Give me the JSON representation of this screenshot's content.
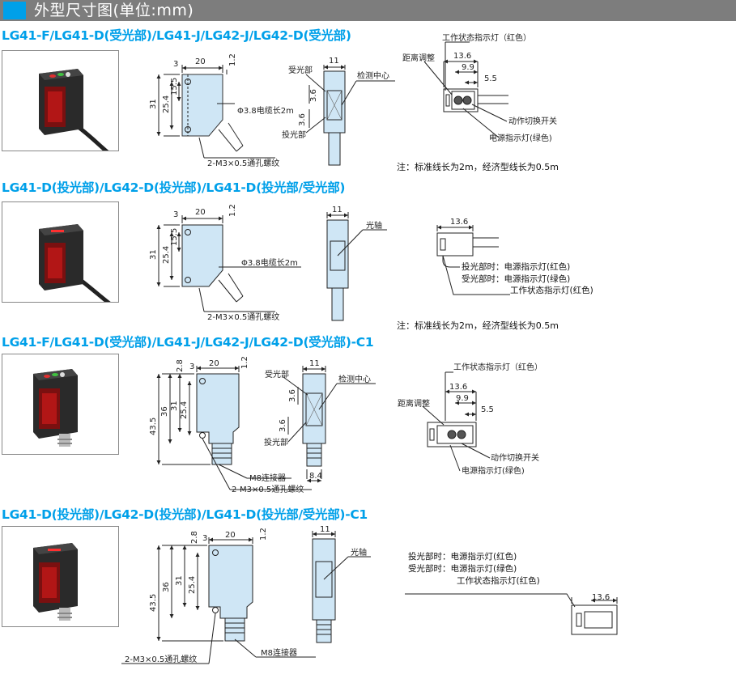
{
  "header": {
    "title": "外型尺寸图(单位:mm)"
  },
  "sections": [
    {
      "title": "LG41-F/LG41-D(受光部)/LG41-J/LG42-J/LG42-D(受光部)",
      "dims": {
        "w": "20",
        "m3": "3",
        "top": "1.2",
        "h31": "31",
        "h25": "25.4",
        "h15": "15.5",
        "cable": "Φ3.8电缆长2m",
        "screw": "2-M3×0.5通孔螺纹",
        "side_w": "11",
        "recv": "受光部",
        "center": "检测中心",
        "d36a": "3.6",
        "d36b": "3.6",
        "emit": "投光部"
      },
      "top_view": {
        "work": "工作状态指示灯（红色）",
        "dist": "距离调整",
        "d136": "13.6",
        "d99": "9.9",
        "d55": "5.5",
        "switch": "动作切换开关",
        "power": "电源指示灯(绿色)"
      },
      "note": "注：标准线长为2m，经济型线长为0.5m"
    },
    {
      "title": "LG41-D(投光部)/LG42-D(投光部)/LG41-D(投光部/受光部)",
      "dims": {
        "w": "20",
        "m3": "3",
        "top": "1.2",
        "h31": "31",
        "h25": "25.4",
        "h15": "15.5",
        "cable": "Φ3.8电缆长2m",
        "screw": "2-M3×0.5通孔螺纹",
        "side_w": "11",
        "axis": "光轴"
      },
      "top_view": {
        "d136": "13.6",
        "l1": "投光部时：电源指示灯(红色)",
        "l2": "受光部时：电源指示灯(绿色)",
        "l3": "工作状态指示灯(红色)"
      },
      "note": "注：标准线长为2m，经济型线长为0.5m"
    },
    {
      "title": "LG41-F/LG41-D(受光部)/LG41-J/LG42-J/LG42-D(受光部)-C1",
      "dims": {
        "w": "20",
        "d28": "2.8",
        "m3": "3",
        "top": "1.2",
        "h435": "43.5",
        "h36": "36",
        "h31": "31",
        "h25": "25.4",
        "conn": "M8连接器",
        "screw": "2-M3×0.5通孔螺纹",
        "side_w": "11",
        "recv": "受光部",
        "center": "检测中心",
        "d36a": "3.6",
        "d36b": "3.6",
        "emit": "投光部",
        "d84": "8.4"
      },
      "top_view": {
        "work": "工作状态指示灯（红色）",
        "d136": "13.6",
        "dist": "距离调整",
        "d99": "9.9",
        "d55": "5.5",
        "switch": "动作切换开关",
        "power": "电源指示灯(绿色)"
      }
    },
    {
      "title": "LG41-D(投光部)/LG42-D(投光部)/LG41-D(投光部/受光部)-C1",
      "dims": {
        "w": "20",
        "d28": "2.8",
        "m3": "3",
        "top": "1.2",
        "h435": "43.5",
        "h36": "36",
        "h31": "31",
        "h25": "25.4",
        "screw": "2-M3×0.5通孔螺纹",
        "conn": "M8连接器",
        "side_w": "11",
        "axis": "光轴"
      },
      "top_view": {
        "l1": "投光部时：电源指示灯(红色)",
        "l2": "受光部时：电源指示灯(绿色)",
        "l3": "工作状态指示灯(红色)",
        "d136": "13.6"
      }
    }
  ]
}
